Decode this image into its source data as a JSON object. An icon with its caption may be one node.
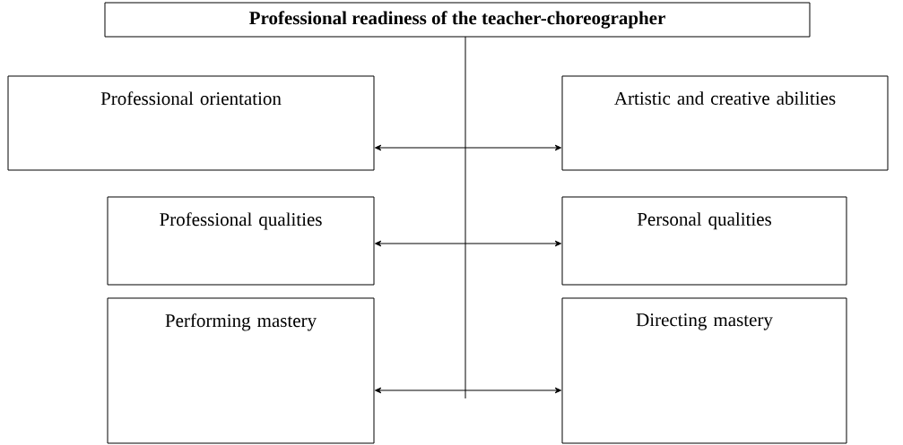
{
  "diagram": {
    "title": "Professional readiness of the teacher-choreographer",
    "nodes": [
      {
        "text": [
          "Professional orientation"
        ]
      },
      {
        "text": [
          "Artistic and creative abilities"
        ]
      },
      {
        "text": [
          "Professional qualities"
        ]
      },
      {
        "text": [
          "Personal qualities"
        ]
      },
      {
        "text": [
          "Performing mastery"
        ]
      },
      {
        "text": [
          "Directing mastery"
        ]
      }
    ],
    "edges": [
      {
        "from": null,
        "to": 0,
        "arrow": "to"
      },
      {
        "from": null,
        "to": 1,
        "arrow": "to"
      },
      {
        "from": null,
        "to": 2,
        "arrow": "to"
      },
      {
        "from": null,
        "to": 3,
        "arrow": "to"
      },
      {
        "from": null,
        "to": 4,
        "arrow": "to"
      },
      {
        "from": null,
        "to": 5,
        "arrow": "to"
      }
    ]
  }
}
